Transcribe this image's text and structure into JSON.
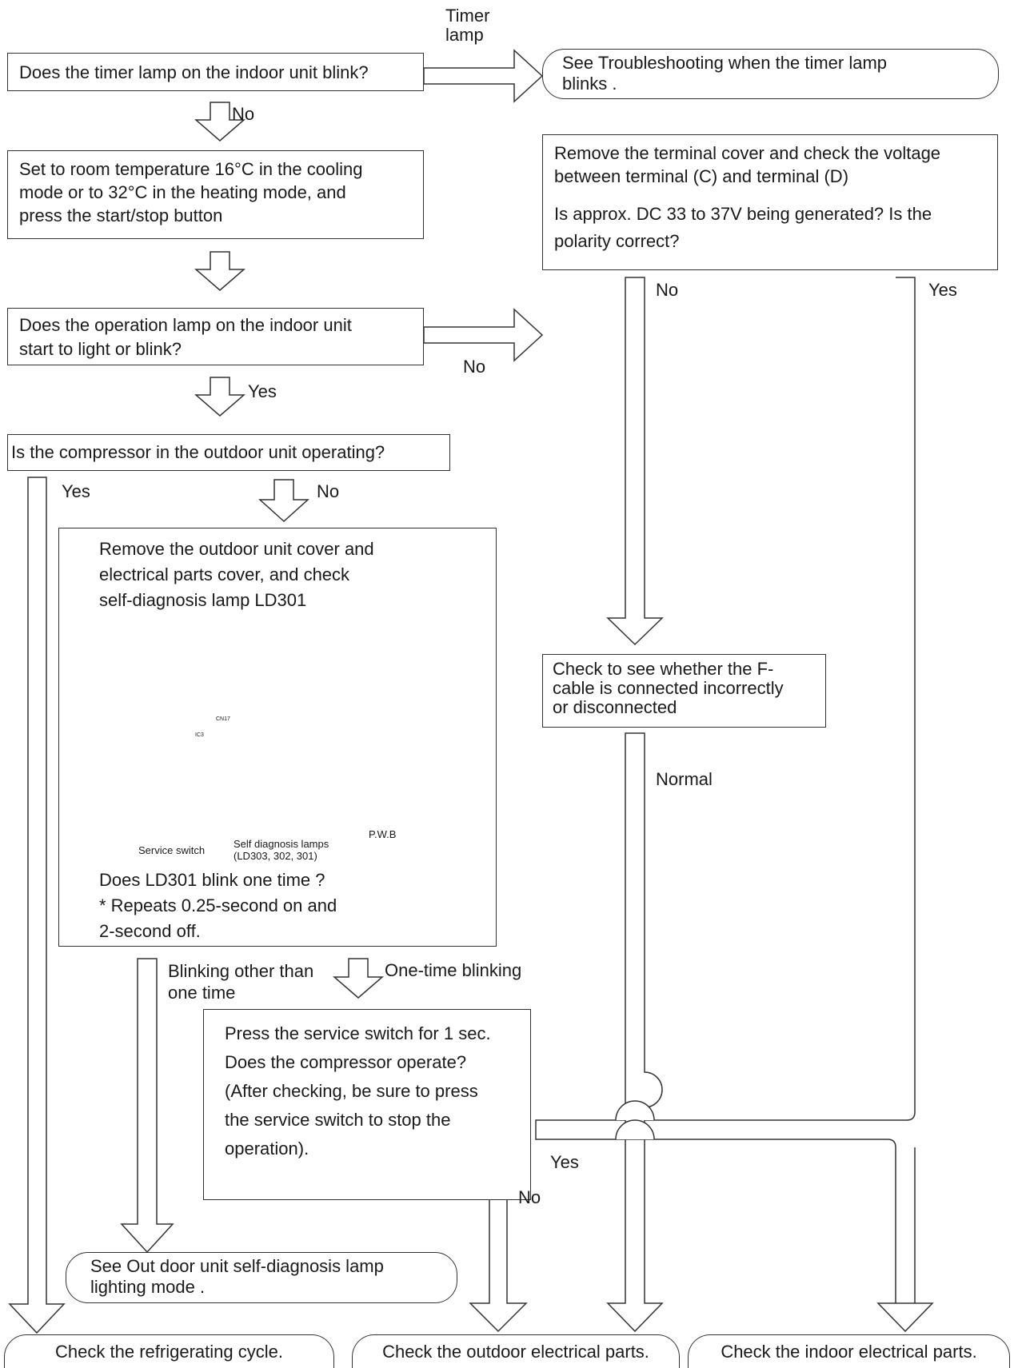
{
  "nodes": {
    "timer_blink_q": "Does the timer lamp on the indoor unit blink?",
    "timer_trouble_1": "See  Troubleshooting when the timer lamp",
    "timer_trouble_2": "blinks .",
    "set_temp_1": "Set to room temperature 16°C in the cooling",
    "set_temp_2": "mode or to 32°C in the heating mode, and",
    "set_temp_3": "press the start/stop button",
    "terminal_1": "Remove the terminal cover and check the voltage",
    "terminal_2": "between terminal (C) and terminal (D)",
    "terminal_3": "Is approx. DC 33 to 37V being generated?  Is the",
    "terminal_4": "polarity correct?",
    "op_lamp_1": "Does the operation lamp on the indoor unit",
    "op_lamp_2": "start to light or blink?",
    "compressor_q": "Is the compressor in the outdoor unit operating?",
    "outdoor_cover_1": "Remove the outdoor unit cover and",
    "outdoor_cover_2": "electrical parts cover, and check",
    "outdoor_cover_3": "self-diagnosis lamp LD301",
    "ld301_q_1": "Does LD301 blink one time ?",
    "ld301_q_2": "* Repeats 0.25-second on and",
    "ld301_q_3": "2-second off.",
    "fcable_1": "Check to see whether the F-",
    "fcable_2": "cable is connected incorrectly",
    "fcable_3": "or disconnected",
    "service_1": "Press the service switch for 1 sec.",
    "service_2": "Does the compressor operate?",
    "service_3": "(After checking, be sure to press",
    "service_4": "the service switch to stop the",
    "service_5": "operation).",
    "selfdiag_mode_1": "See  Out door unit self-diagnosis lamp",
    "selfdiag_mode_2": "lighting mode .",
    "refrig_cycle": "Check the refrigerating cycle.",
    "outdoor_parts": "Check the outdoor electrical parts.",
    "indoor_parts": "Check the indoor electrical parts."
  },
  "labels": {
    "timer_lamp_1": "Timer",
    "timer_lamp_2": "lamp",
    "no": "No",
    "yes": "Yes",
    "normal": "Normal",
    "blink_other_1": "Blinking other than",
    "blink_other_2": "one time",
    "one_time_blink": "One-time blinking"
  },
  "board": {
    "pwb": "P.W.B",
    "self_diag_lamps_1": "Self diagnosis lamps",
    "self_diag_lamps_2": "(LD303, 302, 301)",
    "service_switch": "Service switch",
    "cn_label": "CN17",
    "ic_label": "IC3"
  }
}
